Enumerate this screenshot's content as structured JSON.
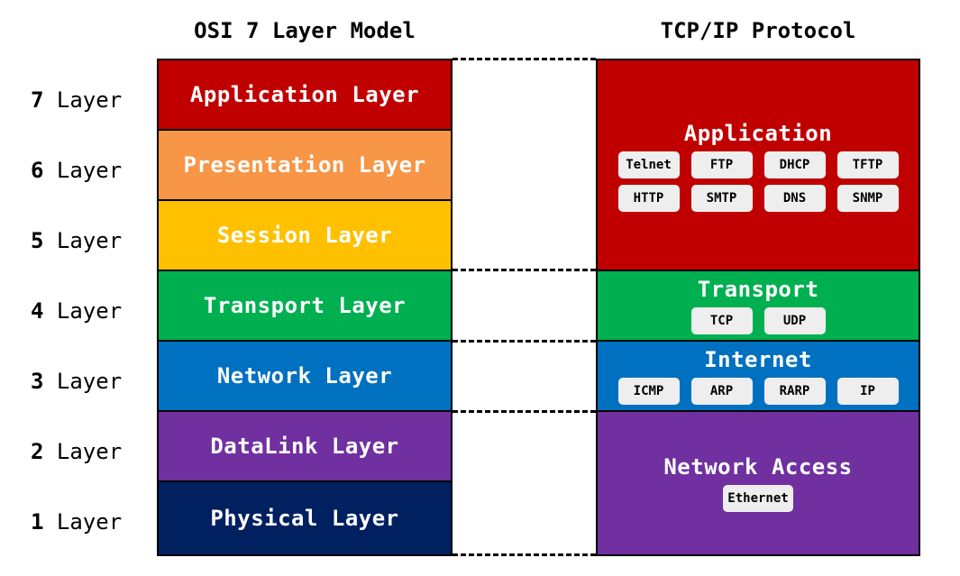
{
  "headings": {
    "osi": "OSI 7 Layer Model",
    "tcp": "TCP/IP Protocol"
  },
  "layer_word": "Layer",
  "layers": [
    {
      "num": "7",
      "name": "Application Layer",
      "color": "#C00000"
    },
    {
      "num": "6",
      "name": "Presentation Layer",
      "color": "#F79646"
    },
    {
      "num": "5",
      "name": "Session Layer",
      "color": "#FFC000"
    },
    {
      "num": "4",
      "name": "Transport Layer",
      "color": "#00B050"
    },
    {
      "num": "3",
      "name": "Network Layer",
      "color": "#0070C0"
    },
    {
      "num": "2",
      "name": "DataLink Layer",
      "color": "#7030A0"
    },
    {
      "num": "1",
      "name": "Physical Layer",
      "color": "#002060"
    }
  ],
  "tcp": [
    {
      "name": "Application",
      "color": "#C00000",
      "protocols": [
        "Telnet",
        "FTP",
        "DHCP",
        "TFTP",
        "HTTP",
        "SMTP",
        "DNS",
        "SNMP"
      ]
    },
    {
      "name": "Transport",
      "color": "#00B050",
      "protocols": [
        "TCP",
        "UDP"
      ]
    },
    {
      "name": "Internet",
      "color": "#0070C0",
      "protocols": [
        "ICMP",
        "ARP",
        "RARP",
        "IP"
      ]
    },
    {
      "name": "Network Access",
      "color": "#7030A0",
      "protocols": [
        "Ethernet"
      ]
    }
  ]
}
